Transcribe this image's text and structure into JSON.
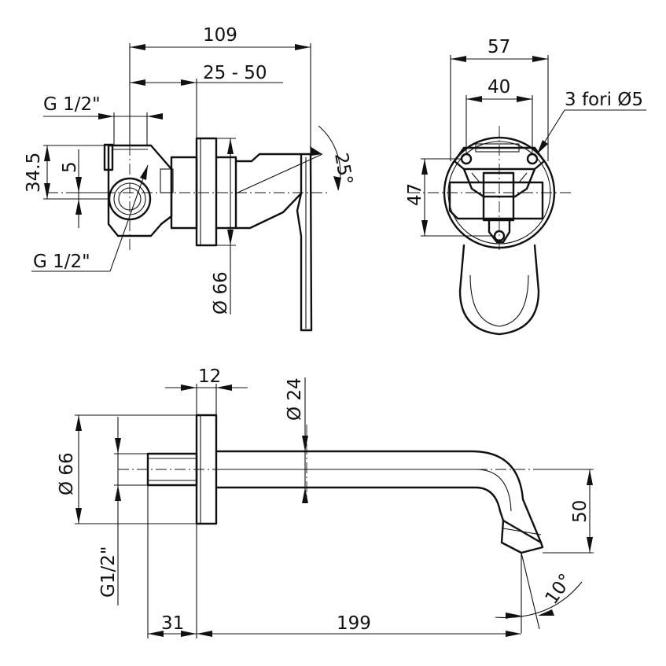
{
  "drawing": {
    "dimensions": {
      "width_109": "109",
      "depth_25_50": "25 - 50",
      "thread_top": "G 1/2\"",
      "height_34_5": "34.5",
      "offset_5": "5",
      "thread_bottom": "G 1/2\"",
      "plate_dia_top": "Ø 66",
      "angle_25": "25°",
      "width_57": "57",
      "spacing_40": "40",
      "holes_note": "3 fori Ø5",
      "height_47": "47",
      "plate_thk_12": "12",
      "spout_dia_24": "Ø 24",
      "plate_dia_bottom": "Ø 66",
      "thread_g12": "G1/2\"",
      "spout_drop_50": "50",
      "angle_10": "10°",
      "len_31": "31",
      "len_199": "199"
    }
  }
}
